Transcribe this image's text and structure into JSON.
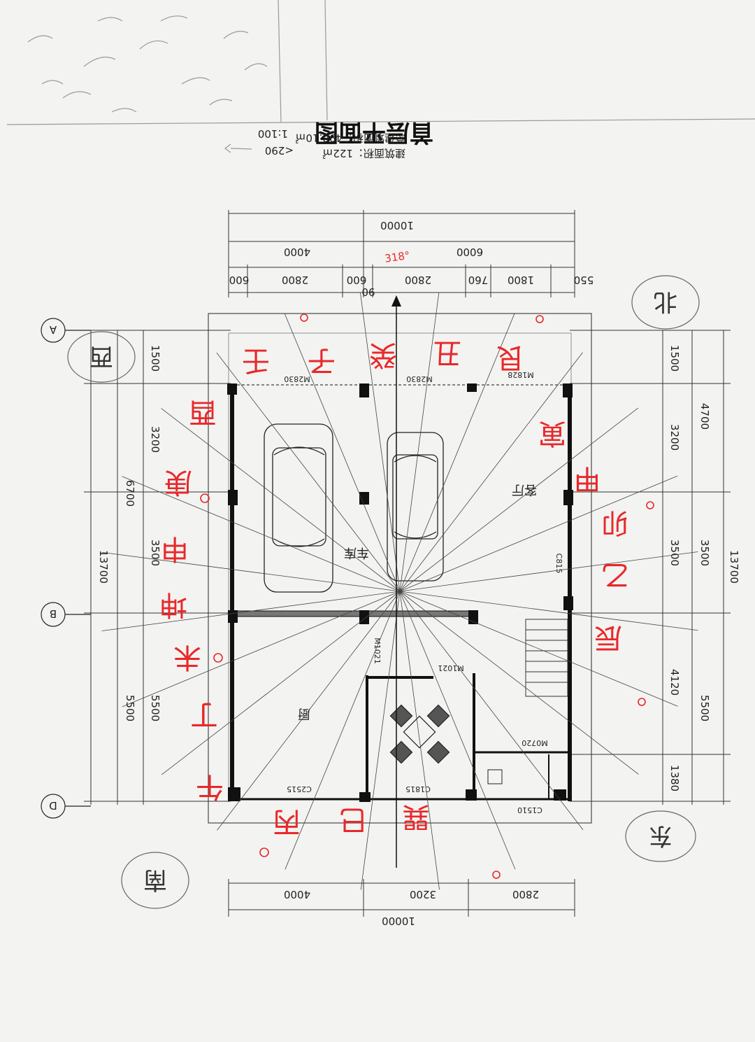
{
  "title": {
    "name": "首层平面图",
    "scale": "1:100"
  },
  "areas": {
    "building_area": "建筑面积：122㎡",
    "total_area": "总建筑面积：498.10㎡"
  },
  "pencil_note": "<290",
  "top_dims": {
    "total": "10000",
    "segments": [
      "4000",
      "6000"
    ],
    "details": [
      "600",
      "2800",
      "600",
      "90",
      "2800",
      "760",
      "1800",
      "550"
    ],
    "red_note": "318°"
  },
  "bottom_dims": {
    "segments": [
      "4000",
      "3200",
      "2800"
    ],
    "total": "10000"
  },
  "left_dims": {
    "total": "13700",
    "segments": [
      "6700",
      "5500"
    ],
    "details": [
      "1500",
      "3200",
      "3500",
      "5500"
    ]
  },
  "right_dims": {
    "total": "13700",
    "segments": [
      "4700",
      "3500",
      "5500"
    ],
    "details": [
      "1500",
      "3200",
      "3500",
      "4120",
      "1380"
    ]
  },
  "axes": [
    "A",
    "B",
    "D"
  ],
  "doors": [
    "M2830",
    "M2830",
    "M1828",
    "M1021",
    "M1021",
    "M0720"
  ],
  "windows": [
    "C815",
    "C2515",
    "C1815",
    "C1510"
  ],
  "rooms": {
    "garage": "车库",
    "living": "客厅",
    "kitchen": "厨"
  },
  "compass": {
    "north": "北",
    "south": "南",
    "east": "东",
    "west": "西"
  },
  "red_marks": {
    "top": [
      "壬",
      "子",
      "癸",
      "丑",
      "艮"
    ],
    "left": [
      "酉",
      "庚",
      "申",
      "坤",
      "未",
      "丁"
    ],
    "right": [
      "寅",
      "甲",
      "卯",
      "乙",
      "辰"
    ],
    "bottom": [
      "午",
      "丙",
      "巳",
      "巽"
    ]
  },
  "colors": {
    "paper": "#f3f3f1",
    "ink": "#1a1a1a",
    "red": "#e8282a",
    "pencil": "#555555"
  }
}
